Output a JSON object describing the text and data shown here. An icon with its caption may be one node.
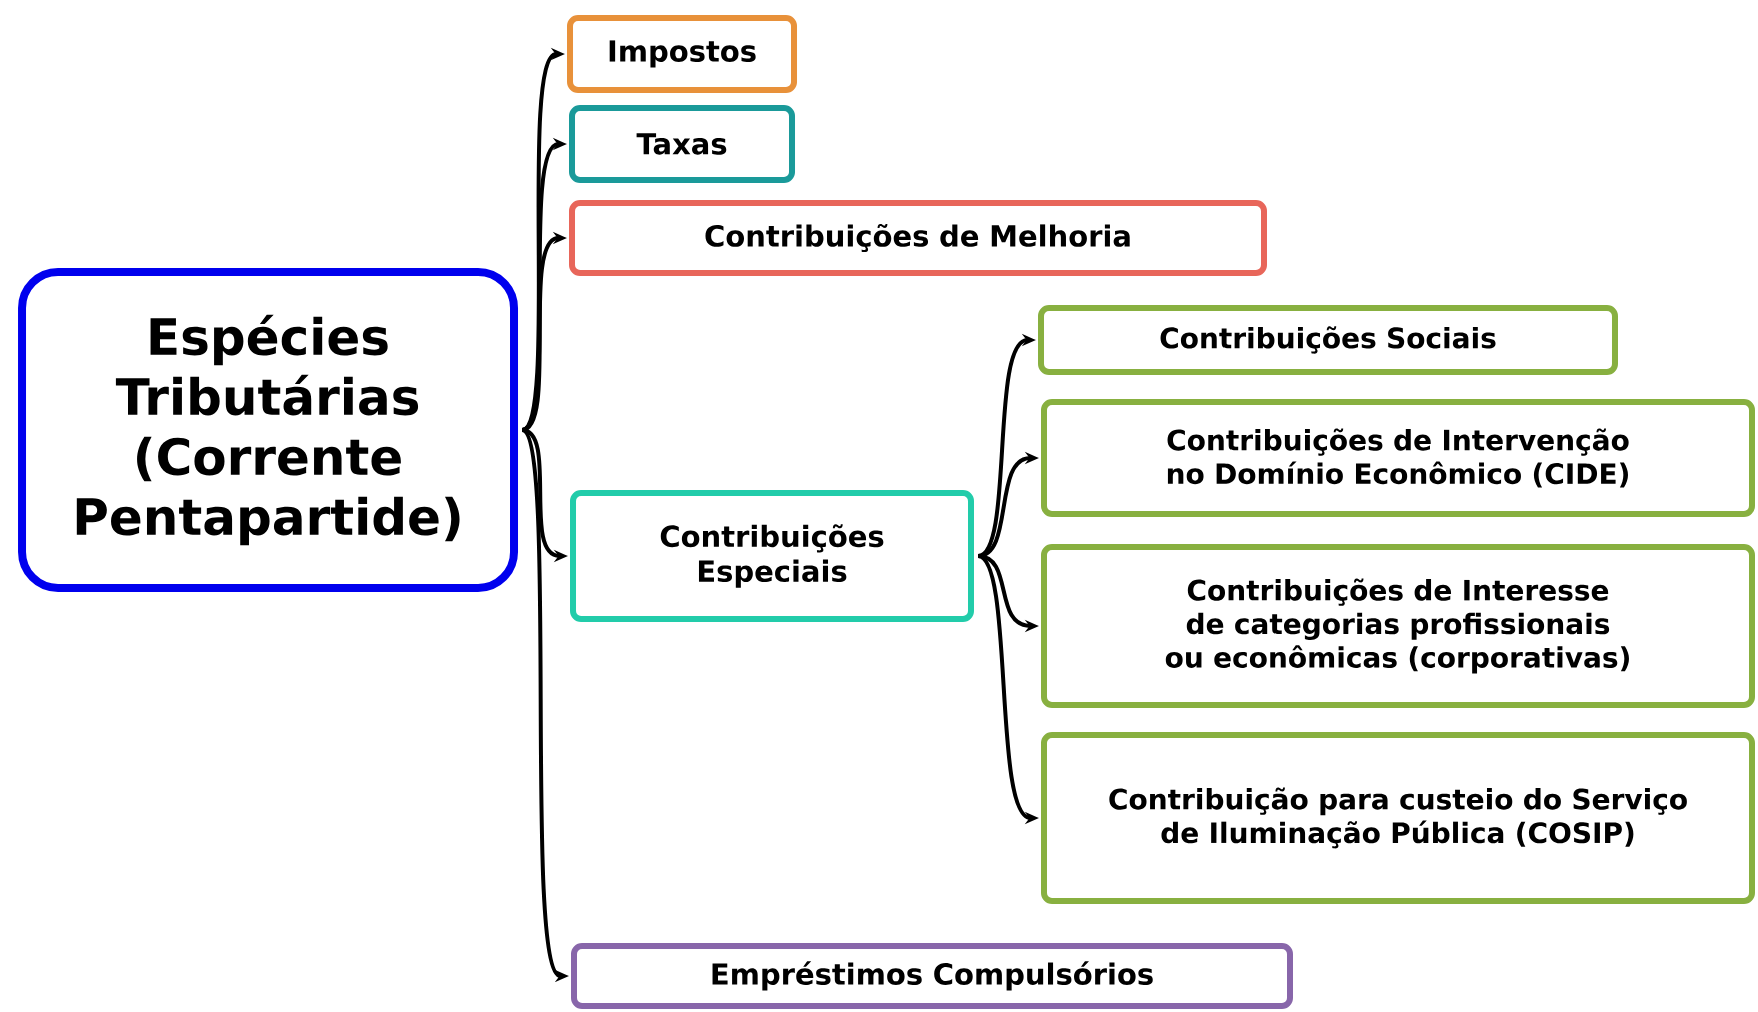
{
  "diagram": {
    "nodes": [
      {
        "text": [
          "Espécies Tributárias (Corrente Pentapartide)"
        ]
      },
      {
        "text": [
          "Impostos"
        ]
      },
      {
        "text": [
          "Taxas"
        ]
      },
      {
        "text": [
          "Contribuições de Melhoria"
        ]
      },
      {
        "text": [
          "Contribuições Especiais"
        ]
      },
      {
        "text": [
          "Contribuições Sociais"
        ]
      },
      {
        "text": [
          "Contribuições de Intervenção no Domínio Econômico (CIDE)"
        ]
      },
      {
        "text": [
          "Contribuições de Interesse de categorias profissionais ou econômicas (corporativas)"
        ]
      },
      {
        "text": [
          "Contribuição para custeio do Serviço de Iluminação Pública (COSIP)"
        ]
      },
      {
        "text": [
          "Empréstimos Compulsórios"
        ]
      }
    ],
    "edges": [
      {
        "from": 0,
        "to": 1,
        "arrow": "to"
      },
      {
        "from": 0,
        "to": 2,
        "arrow": "to"
      },
      {
        "from": 0,
        "to": 3,
        "arrow": "to"
      },
      {
        "from": 0,
        "to": 4,
        "arrow": "to"
      },
      {
        "from": 0,
        "to": 9,
        "arrow": "to"
      },
      {
        "from": 4,
        "to": 5,
        "arrow": "to"
      },
      {
        "from": 4,
        "to": 6,
        "arrow": "to"
      },
      {
        "from": 4,
        "to": 7,
        "arrow": "to"
      },
      {
        "from": 4,
        "to": 8,
        "arrow": "to"
      }
    ]
  }
}
